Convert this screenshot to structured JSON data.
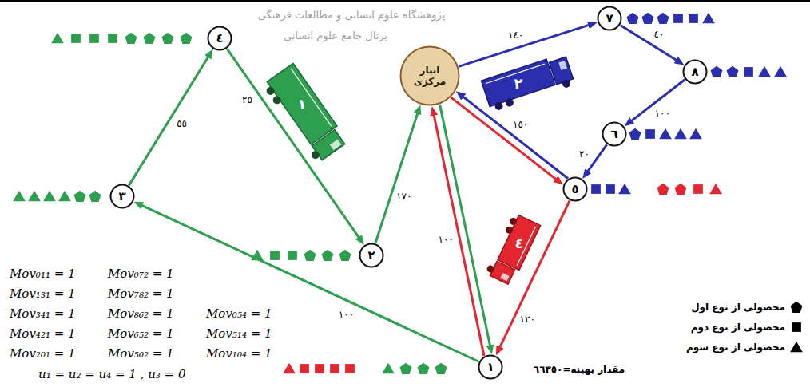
{
  "diagram": {
    "nodes": [
      {
        "text": [
          "انبار مرکزی"
        ]
      },
      {
        "text": [
          "١"
        ]
      },
      {
        "text": [
          "٢"
        ]
      },
      {
        "text": [
          "٣"
        ]
      },
      {
        "text": [
          "٤"
        ]
      },
      {
        "text": [
          "٥"
        ]
      },
      {
        "text": [
          "٦"
        ]
      },
      {
        "text": [
          "٧"
        ]
      },
      {
        "text": [
          "٨"
        ]
      }
    ],
    "edges": [
      {
        "from": 0,
        "to": 1,
        "arrow": "to"
      },
      {
        "from": 1,
        "to": 3,
        "arrow": "to",
        "label": "١٠٠"
      },
      {
        "from": 3,
        "to": 4,
        "arrow": "to",
        "label": "٥٥"
      },
      {
        "from": 4,
        "to": 2,
        "arrow": "to",
        "label": "٢٥"
      },
      {
        "from": 2,
        "to": 0,
        "arrow": "to",
        "label": "١٧٠"
      },
      {
        "from": 0,
        "to": 7,
        "arrow": "to",
        "label": "١٤٠"
      },
      {
        "from": 7,
        "to": 8,
        "arrow": "to",
        "label": "٤٠"
      },
      {
        "from": 8,
        "to": 6,
        "arrow": "to",
        "label": "١٠٠"
      },
      {
        "from": 6,
        "to": 5,
        "arrow": "to",
        "label": "٢٠"
      },
      {
        "from": 5,
        "to": 0,
        "arrow": "to",
        "label": "١٥٠"
      },
      {
        "from": 0,
        "to": 5,
        "arrow": "to"
      },
      {
        "from": 5,
        "to": 1,
        "arrow": "to",
        "label": "١٢٠"
      },
      {
        "from": 1,
        "to": 0,
        "arrow": "to",
        "label": "١٠٠"
      }
    ],
    "labels": [
      "پژوهشگاه علوم انسانی و مطالعات فرهنگی",
      "پرتال جامع علوم انسانی",
      "١",
      "٢",
      "٤",
      "Mov₀₁₁ = 1",
      "Mov₀₇₂ = 1",
      "Mov₁₃₁ = 1",
      "Mov₇₈₂ = 1",
      "Mov₃₄₁ = 1",
      "Mov₈₆₂ = 1",
      "Mov₀₅₄ = 1",
      "Mov₄₂₁ = 1",
      "Mov₆₅₂ = 1",
      "Mov₅₁₄ = 1",
      "Mov₂₀₁ = 1",
      "Mov₅₀₂ = 1",
      "Mov₁₀₄ = 1",
      "u₁ = u₂ = u₄ = 1 , u₃ = 0",
      "مقدار بهینه=٦٦٣٥٠"
    ],
    "legend": [
      {
        "text": "محصولی از نوع اول"
      },
      {
        "text": "محصولی از نوع دوم"
      },
      {
        "text": "محصولی از نوع سوم"
      }
    ]
  }
}
